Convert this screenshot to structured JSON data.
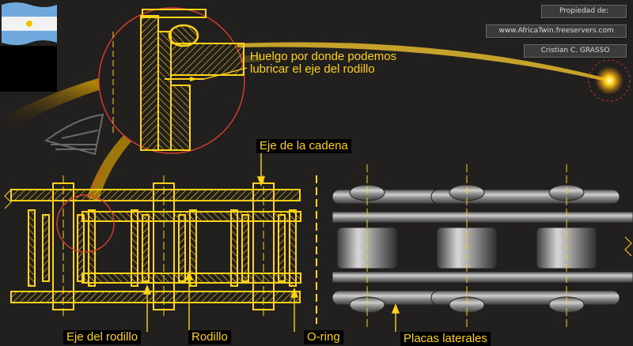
{
  "credits": {
    "line1": "Propiedad de:",
    "line2": "www.AfricaTwin.freeservers.com",
    "line3": "Cristian C. GRASSO"
  },
  "labels": {
    "huelgo_line1": "Huelgo por donde podemos",
    "huelgo_line2": "lubricar el eje del rodillo",
    "eje_cadena": "Eje de la cadena",
    "eje_rodillo": "Eje del rodillo",
    "rodillo": "Rodillo",
    "oring": "O-ring",
    "placas": "Placas laterales"
  },
  "colors": {
    "background": "#221f1f",
    "drawing": "#ffd21a",
    "detail_circle": "#d84030",
    "flag_blue": "#6fa8dc",
    "plate_gray": "#8a8a8a"
  },
  "icons": {
    "flag": "argentina-flag-icon",
    "logo": "honda-wing-logo-icon",
    "glow": "glowing-spark-icon"
  }
}
